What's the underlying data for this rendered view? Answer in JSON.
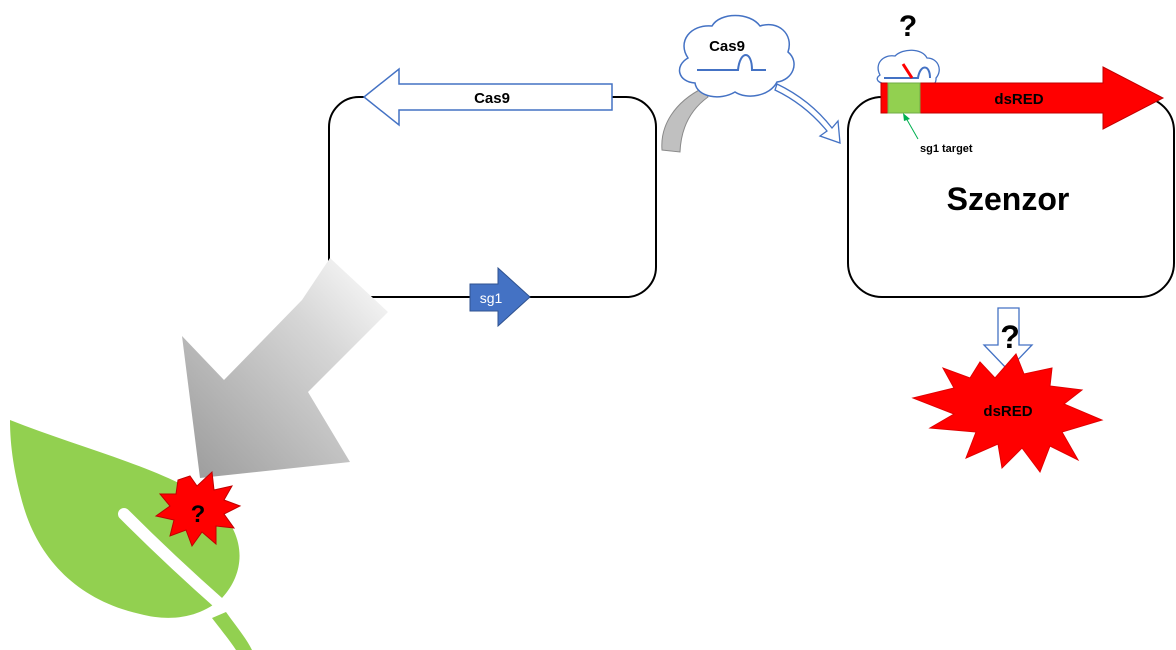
{
  "labels": {
    "cas9_plasmid_gene": "Cas9",
    "sg1_gene": "sg1",
    "cas9_complex": "Cas9",
    "question_top": "?",
    "dsred_gene": "dsRED",
    "sg1_target": "sg1 target",
    "sensor_plasmid": "Szenzor",
    "question_expression": "?",
    "dsred_output": "dsRED",
    "question_leaf": "?"
  },
  "colors": {
    "dsred": "#ff0000",
    "target": "#92d050",
    "sg1": "#4472c4",
    "leaf": "#92d050",
    "complex_outline": "#4472c4",
    "outline": "#000000",
    "grey_arrow": "#c0c0c0"
  },
  "icons": {
    "leaf": "leaf-icon",
    "complex": "cas9-sgRNA-complex-icon",
    "burst": "explosion-burst-icon"
  }
}
